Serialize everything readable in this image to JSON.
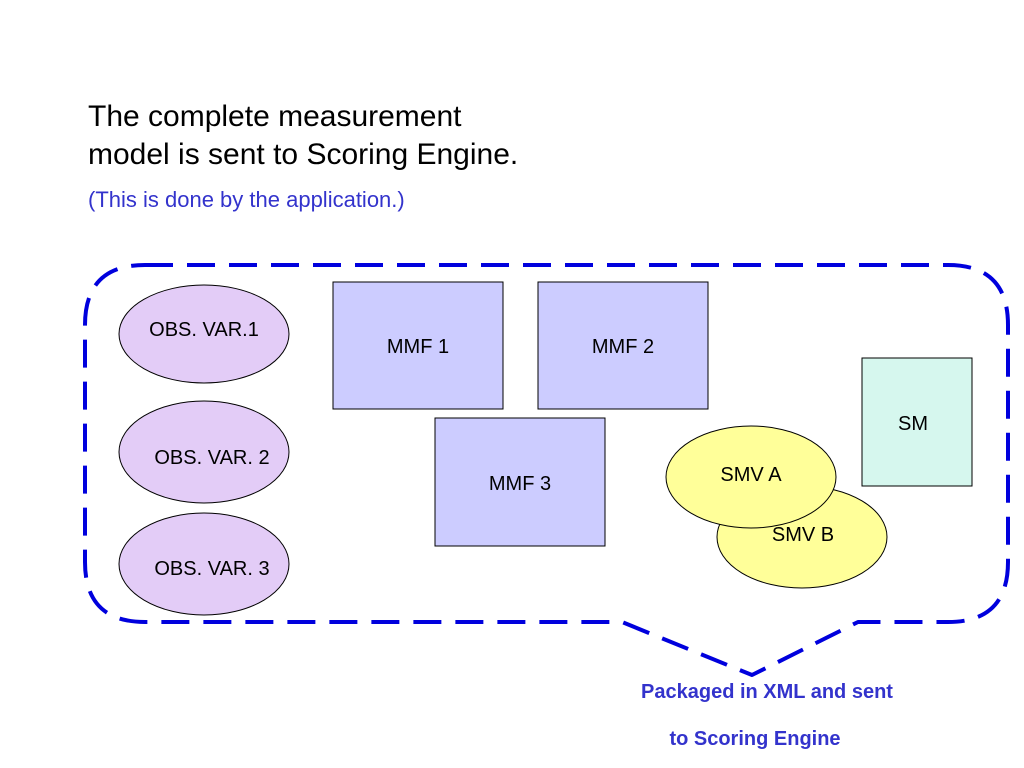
{
  "heading": {
    "line1": "The complete measurement",
    "line2": "model is sent to Scoring Engine."
  },
  "subheading": "(This is done by the application.)",
  "nodes": {
    "obs_var_1": "OBS. VAR.1",
    "obs_var_2": "OBS. VAR. 2",
    "obs_var_3": "OBS. VAR. 3",
    "mmf_1": "MMF 1",
    "mmf_2": "MMF 2",
    "mmf_3": "MMF 3",
    "sm": "SM",
    "smv_a": "SMV A",
    "smv_b": "SMV B"
  },
  "caption": {
    "line1": "Packaged in XML and sent",
    "line2": "to Scoring Engine"
  },
  "colors": {
    "callout_border": "#0000dd",
    "obs_fill": "#e3ccf7",
    "mmf_fill": "#ccccff",
    "sm_fill": "#d6f7ee",
    "smv_fill": "#ffff99",
    "caption_text": "#3333cc",
    "subheading_text": "#3333cc"
  }
}
